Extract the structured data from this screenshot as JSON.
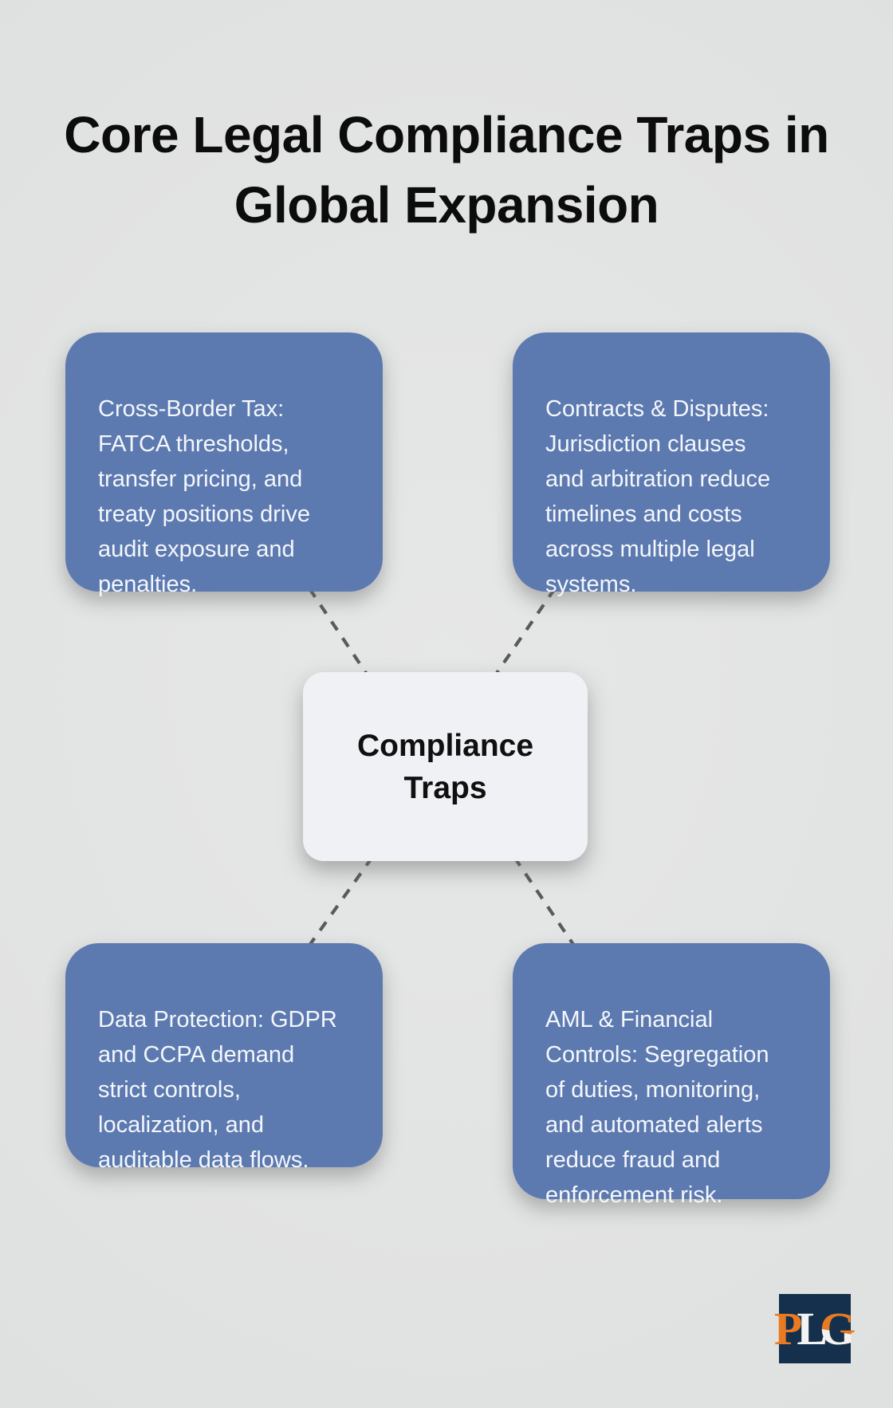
{
  "title": {
    "text": "Core Legal Compliance Traps in Global Expansion",
    "lines": [
      "Core Legal Compliance Traps in",
      "Global Expansion"
    ]
  },
  "center_node": {
    "label": "Compliance Traps"
  },
  "cards": [
    {
      "id": "cross-border-tax",
      "text": "Cross-Border Tax: FATCA thresholds, transfer pricing, and treaty positions drive audit exposure and penalties.",
      "lines": [
        "Cross-Border Tax:",
        "FATCA thresholds,",
        "transfer pricing, and",
        "treaty positions drive",
        "audit exposure and",
        "penalties."
      ]
    },
    {
      "id": "contracts-disputes",
      "text": "Contracts & Disputes: Jurisdiction clauses and arbitration reduce timelines and costs across multiple legal systems.",
      "lines": [
        "Contracts & Disputes:",
        "Jurisdiction clauses",
        "and arbitration reduce",
        "timelines and costs",
        "across multiple legal",
        "systems."
      ]
    },
    {
      "id": "data-protection",
      "text": "Data Protection: GDPR and CCPA demand strict controls, localization, and auditable data flows.",
      "lines": [
        "Data Protection: GDPR",
        "and CCPA demand",
        "strict controls,",
        "localization, and",
        "auditable data flows."
      ]
    },
    {
      "id": "aml-financial-controls",
      "text": "AML & Financial Controls: Segregation of duties, monitoring, and automated alerts reduce fraud and enforcement risk.",
      "lines": [
        "AML & Financial",
        "Controls: Segregation",
        "of duties, monitoring,",
        "and automated alerts",
        "reduce fraud and",
        "enforcement risk."
      ]
    }
  ],
  "logo": {
    "text": "PLG",
    "p": "P",
    "l": "L",
    "g": "G"
  },
  "colors": {
    "background": "#e1e2e2",
    "card_blue": "#5d7ab0",
    "card_text": "#f4f7fb",
    "center_node_bg": "#f0f1f4",
    "title_text": "#0c0c0c",
    "connector_gray": "#5a5a5a",
    "logo_navy": "#14304d",
    "logo_orange": "#e87a22",
    "logo_white": "#f3f3f3"
  }
}
